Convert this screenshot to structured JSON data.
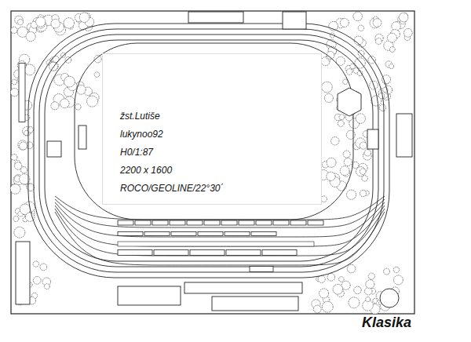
{
  "diagram": {
    "nodes": [
      {
        "text": [
          "žst.Lutiše",
          "lukynoo92",
          "H0/1:87",
          "2200 x 1600",
          "ROCO/GEOLINE/22°30´"
        ]
      }
    ],
    "labels": [
      "Klasika"
    ]
  }
}
